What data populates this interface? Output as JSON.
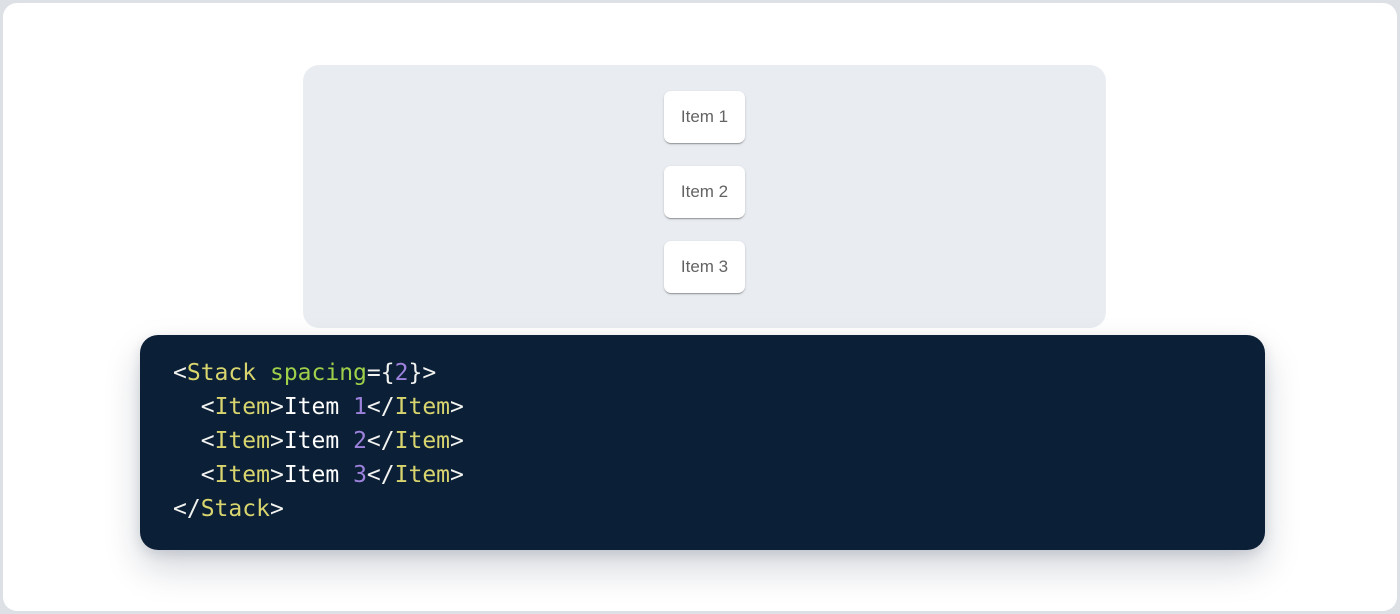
{
  "demo_panel": {
    "items": [
      "Item 1",
      "Item 2",
      "Item 3"
    ]
  },
  "code_block": {
    "source": "<Stack spacing={2}>\n  <Item>Item 1</Item>\n  <Item>Item 2</Item>\n  <Item>Item 3</Item>\n</Stack>",
    "lines": [
      [
        {
          "text": "<",
          "type": "punctuation"
        },
        {
          "text": "Stack",
          "type": "tag"
        },
        {
          "text": " ",
          "type": "plain"
        },
        {
          "text": "spacing",
          "type": "attr-name"
        },
        {
          "text": "={",
          "type": "punctuation"
        },
        {
          "text": "2",
          "type": "number"
        },
        {
          "text": "}>",
          "type": "punctuation"
        }
      ],
      [
        {
          "text": "  ",
          "type": "plain"
        },
        {
          "text": "<",
          "type": "punctuation"
        },
        {
          "text": "Item",
          "type": "tag"
        },
        {
          "text": ">",
          "type": "punctuation"
        },
        {
          "text": "Item ",
          "type": "plain"
        },
        {
          "text": "1",
          "type": "number"
        },
        {
          "text": "</",
          "type": "punctuation"
        },
        {
          "text": "Item",
          "type": "tag"
        },
        {
          "text": ">",
          "type": "punctuation"
        }
      ],
      [
        {
          "text": "  ",
          "type": "plain"
        },
        {
          "text": "<",
          "type": "punctuation"
        },
        {
          "text": "Item",
          "type": "tag"
        },
        {
          "text": ">",
          "type": "punctuation"
        },
        {
          "text": "Item ",
          "type": "plain"
        },
        {
          "text": "2",
          "type": "number"
        },
        {
          "text": "</",
          "type": "punctuation"
        },
        {
          "text": "Item",
          "type": "tag"
        },
        {
          "text": ">",
          "type": "punctuation"
        }
      ],
      [
        {
          "text": "  ",
          "type": "plain"
        },
        {
          "text": "<",
          "type": "punctuation"
        },
        {
          "text": "Item",
          "type": "tag"
        },
        {
          "text": ">",
          "type": "punctuation"
        },
        {
          "text": "Item ",
          "type": "plain"
        },
        {
          "text": "3",
          "type": "number"
        },
        {
          "text": "</",
          "type": "punctuation"
        },
        {
          "text": "Item",
          "type": "tag"
        },
        {
          "text": ">",
          "type": "punctuation"
        }
      ],
      [
        {
          "text": "</",
          "type": "punctuation"
        },
        {
          "text": "Stack",
          "type": "tag"
        },
        {
          "text": ">",
          "type": "punctuation"
        }
      ]
    ]
  },
  "colors": {
    "page_edge_background": "#dde1e6",
    "card_background": "#ffffff",
    "demo_panel_background": "#e9edf1",
    "item_background": "#ffffff",
    "item_text": "#636363",
    "code_background": "#0b1f36",
    "code_tag": "#d9d56e",
    "code_attr_name": "#9fd04a",
    "code_number": "#9d82dd",
    "code_punctuation": "#f2f3f0",
    "code_plain_text": "#ffffff"
  }
}
